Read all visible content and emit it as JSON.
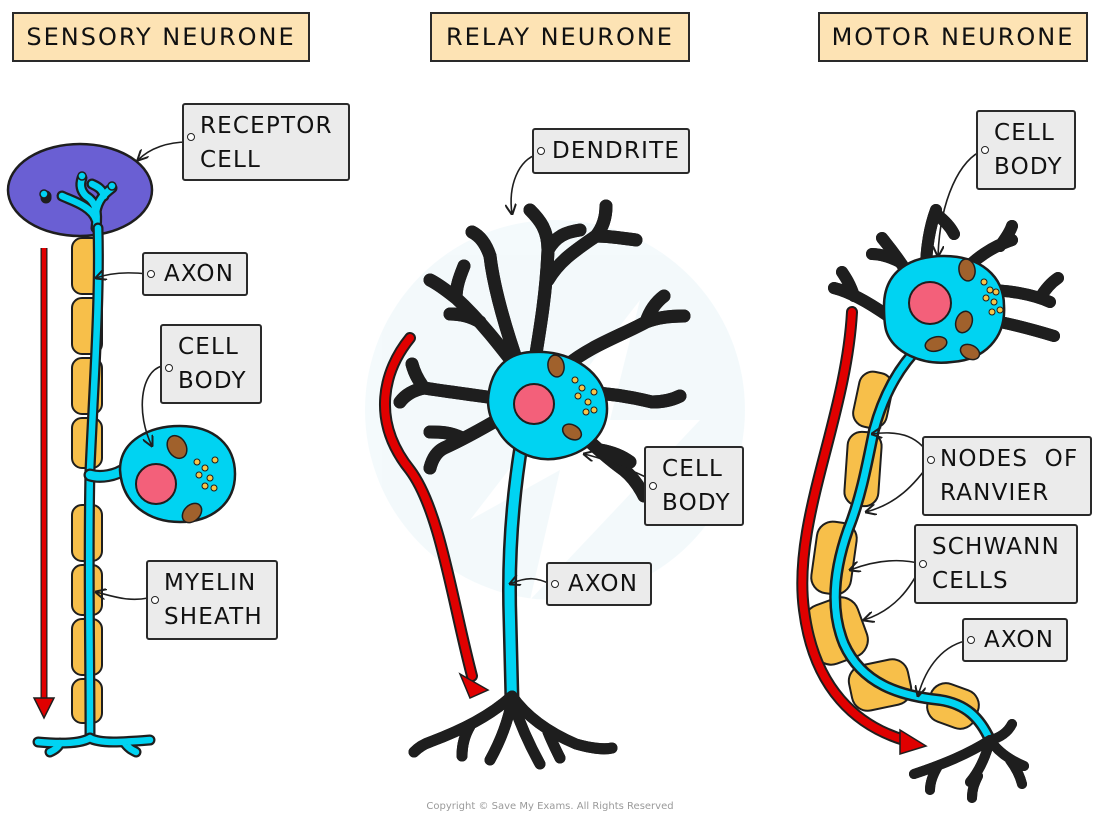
{
  "titles": {
    "sensory": "SENSORY NEURONE",
    "relay": "RELAY NEURONE",
    "motor": "MOTOR NEURONE"
  },
  "sensory_labels": {
    "receptor_cell": [
      "RECEPTOR",
      "CELL"
    ],
    "axon": [
      "AXON"
    ],
    "cell_body": [
      "CELL",
      "BODY"
    ],
    "myelin_sheath": [
      "MYELIN",
      "SHEATH"
    ]
  },
  "relay_labels": {
    "dendrite": [
      "DENDRITE"
    ],
    "cell_body": [
      "CELL",
      "BODY"
    ],
    "axon": [
      "AXON"
    ]
  },
  "motor_labels": {
    "cell_body": [
      "CELL",
      "BODY"
    ],
    "nodes_of_ranvier": [
      "NODES OF",
      "RANVIER"
    ],
    "schwann_cells": [
      "SCHWANN",
      "CELLS"
    ],
    "axon": [
      "AXON"
    ]
  },
  "copyright": "Copyright © Save My Exams. All Rights Reserved",
  "colors": {
    "neuron": "#00d3f2",
    "outline": "#1e1e1e",
    "myelin": "#f7bf4a",
    "nucleus": "#f3607a",
    "receptor": "#6a5fd3",
    "arrow": "#e00000",
    "mitochondria": "#a0612c",
    "label_bg": "#ebebeb",
    "title_bg": "#fde3b4"
  }
}
